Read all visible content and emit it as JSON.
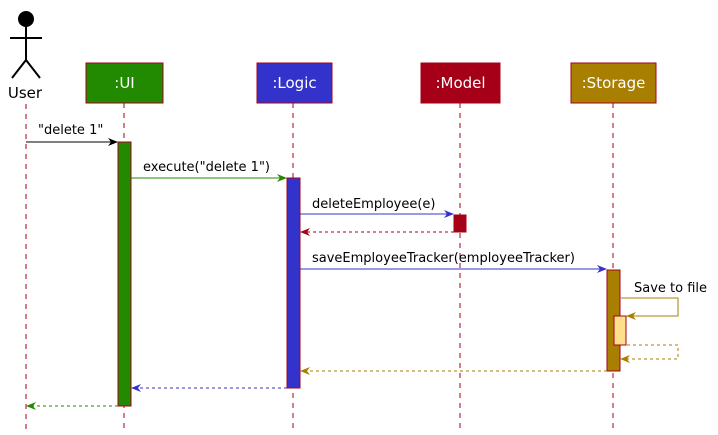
{
  "diagram": {
    "type": "sequence",
    "actor": {
      "label": "User"
    },
    "participants": [
      {
        "id": "ui",
        "label": ":UI",
        "color": "#218A00"
      },
      {
        "id": "logic",
        "label": ":Logic",
        "color": "#3333CC"
      },
      {
        "id": "model",
        "label": ":Model",
        "color": "#A50017"
      },
      {
        "id": "storage",
        "label": ":Storage",
        "color": "#A87F00"
      }
    ],
    "messages": [
      {
        "from": "User",
        "to": ":UI",
        "label": "\"delete 1\"",
        "kind": "call",
        "color": "#000000"
      },
      {
        "from": ":UI",
        "to": ":Logic",
        "label": "execute(\"delete 1\")",
        "kind": "call",
        "color": "#218A00"
      },
      {
        "from": ":Logic",
        "to": ":Model",
        "label": "deleteEmployee(e)",
        "kind": "call",
        "color": "#3333CC"
      },
      {
        "from": ":Model",
        "to": ":Logic",
        "label": "",
        "kind": "return",
        "color": "#A50017"
      },
      {
        "from": ":Logic",
        "to": ":Storage",
        "label": "saveEmployeeTracker(employeeTracker)",
        "kind": "call",
        "color": "#3333CC"
      },
      {
        "from": ":Storage",
        "to": ":Storage",
        "label": "Save to file",
        "kind": "self-call",
        "color": "#A87F00"
      },
      {
        "from": ":Storage",
        "to": ":Storage",
        "label": "",
        "kind": "self-return",
        "color": "#A87F00"
      },
      {
        "from": ":Storage",
        "to": ":Logic",
        "label": "",
        "kind": "return",
        "color": "#A87F00"
      },
      {
        "from": ":Logic",
        "to": ":UI",
        "label": "",
        "kind": "return",
        "color": "#3333CC"
      },
      {
        "from": ":UI",
        "to": "User",
        "label": "",
        "kind": "return",
        "color": "#218A00"
      }
    ],
    "colors": {
      "lifeline": "#A50017",
      "nested_activation": "#FFE08A"
    }
  }
}
